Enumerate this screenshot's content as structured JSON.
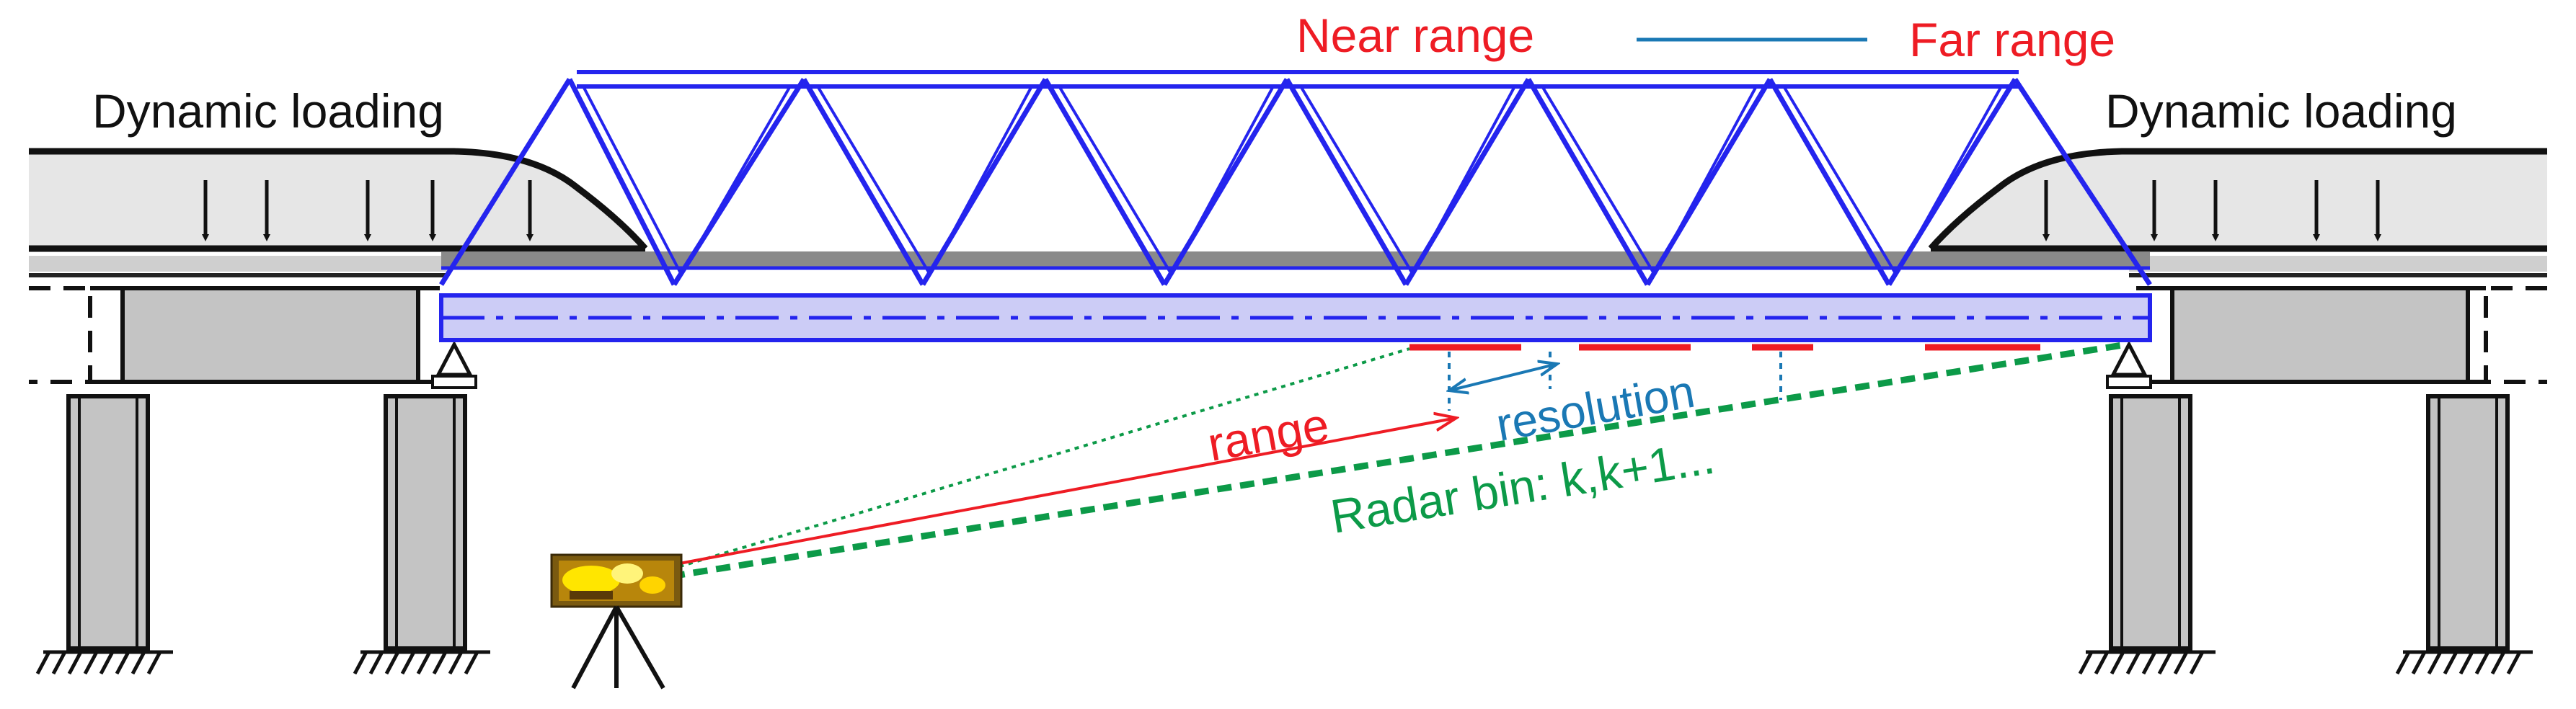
{
  "labels": {
    "left_loading": "Dynamic loading",
    "right_loading": "Dynamic loading",
    "near_range": "Near range",
    "far_range": "Far range",
    "range": "range",
    "resolution": "resolution",
    "radar_bin": "Radar bin: k,k+1..."
  },
  "colors": {
    "truss": "#2424ee",
    "truss_fill": "#ccccf6",
    "range_red": "#ee1c24",
    "resolution_blue": "#1a78b4",
    "radar_green": "#0c9a48",
    "deck_fill": "#e6e6e6",
    "pier_fill": "#c4c4c4",
    "dark": "#111111"
  }
}
